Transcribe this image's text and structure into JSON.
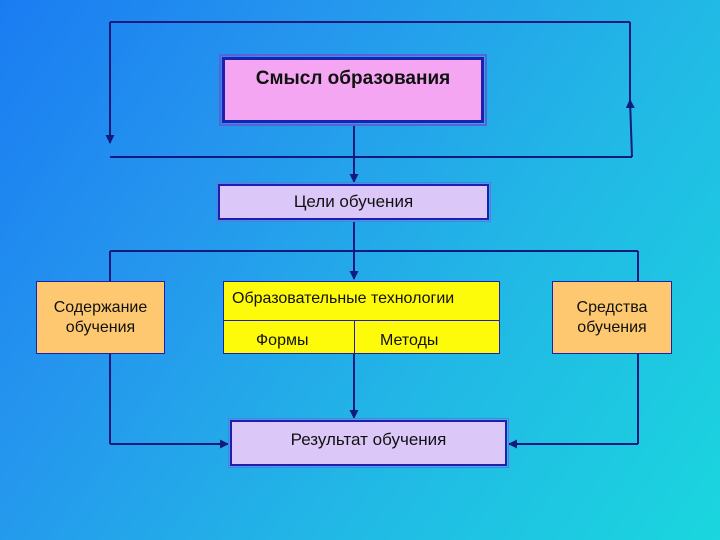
{
  "diagram": {
    "meaning": "Смысл образования",
    "goals": "Цели обучения",
    "content": "Содержание обучения",
    "technologies": {
      "title": "Образовательные технологии",
      "forms": "Формы",
      "methods": "Методы"
    },
    "means": "Средства обучения",
    "result": "Результат обучения"
  },
  "colors": {
    "line": "#14197e",
    "meaning_fill": "#f5a6f2",
    "goals_fill": "#dcc8f8",
    "side_fill": "#fdc870",
    "tech_fill": "#fefb0a",
    "border": "#1d1fb0"
  }
}
